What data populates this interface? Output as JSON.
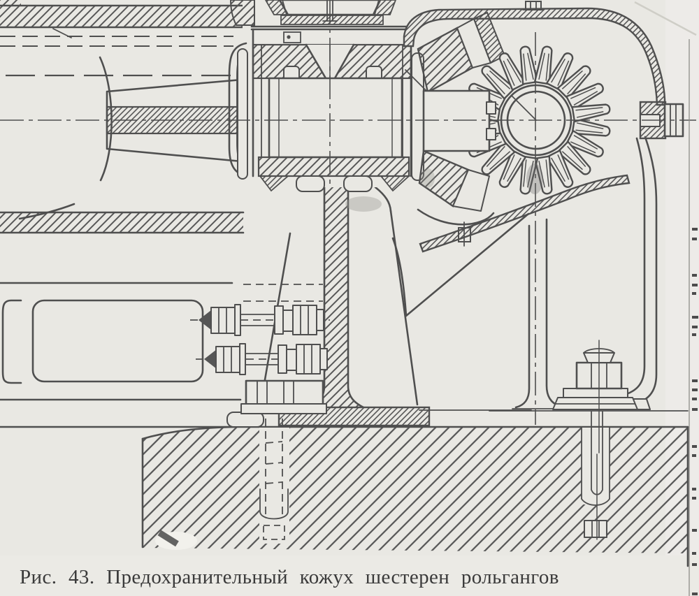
{
  "figure": {
    "caption": "Рис. 43. Предохранительный кожух шестерен рольгангов",
    "caption_prefix": "Рис. 43.",
    "caption_body": "Предохранительный кожух шестерен рольгангов"
  },
  "colors": {
    "paper": "#e9e8e3",
    "ink": "#4f4f4f",
    "caption_ink": "#3a3a3a"
  }
}
